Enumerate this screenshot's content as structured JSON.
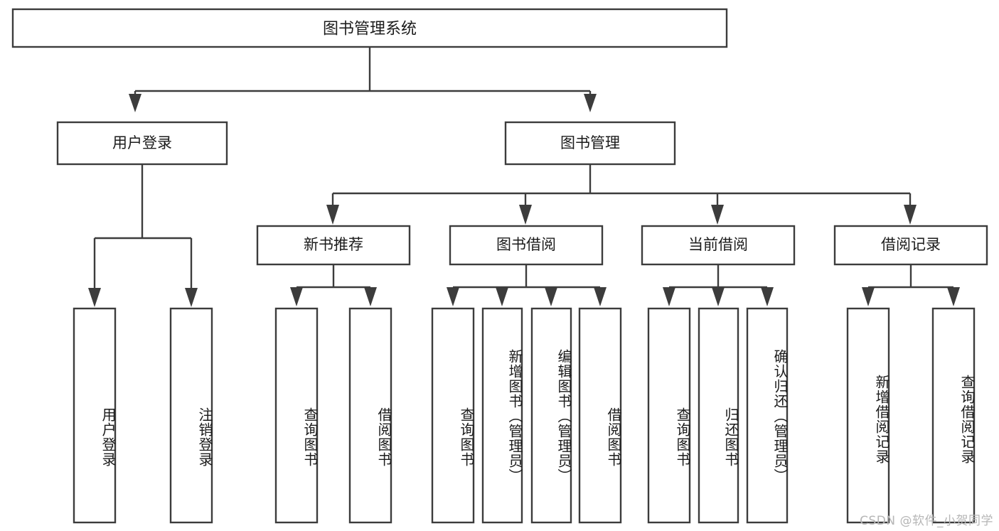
{
  "diagram": {
    "type": "tree-hierarchy",
    "title": "图书管理系统",
    "watermark": "CSDN @软件_小贺同学",
    "colors": {
      "background": "#ffffff",
      "stroke": "#3c3c3c",
      "box_fill": "#ffffff",
      "text": "#1b1b1b",
      "watermark": "#b6b6b6"
    },
    "root": {
      "label": "图书管理系统"
    },
    "level2": [
      {
        "label": "用户登录"
      },
      {
        "label": "图书管理"
      }
    ],
    "level3": [
      {
        "label": "新书推荐"
      },
      {
        "label": "图书借阅"
      },
      {
        "label": "当前借阅"
      },
      {
        "label": "借阅记录"
      }
    ],
    "leaves": {
      "user_login": [
        {
          "label": "用户登录"
        },
        {
          "label": "注销登录"
        }
      ],
      "new_book_recommend": [
        {
          "label": "查询图书"
        },
        {
          "label": "借阅图书"
        }
      ],
      "book_borrow": [
        {
          "label": "查询图书"
        },
        {
          "label": "新增图书（管理员）"
        },
        {
          "label": "编辑图书（管理员）"
        },
        {
          "label": "借阅图书"
        }
      ],
      "current_borrow": [
        {
          "label": "查询图书"
        },
        {
          "label": "归还图书"
        },
        {
          "label": "确认归还（管理员）"
        }
      ],
      "borrow_record": [
        {
          "label": "新增借阅记录"
        },
        {
          "label": "查询借阅记录"
        }
      ]
    }
  }
}
